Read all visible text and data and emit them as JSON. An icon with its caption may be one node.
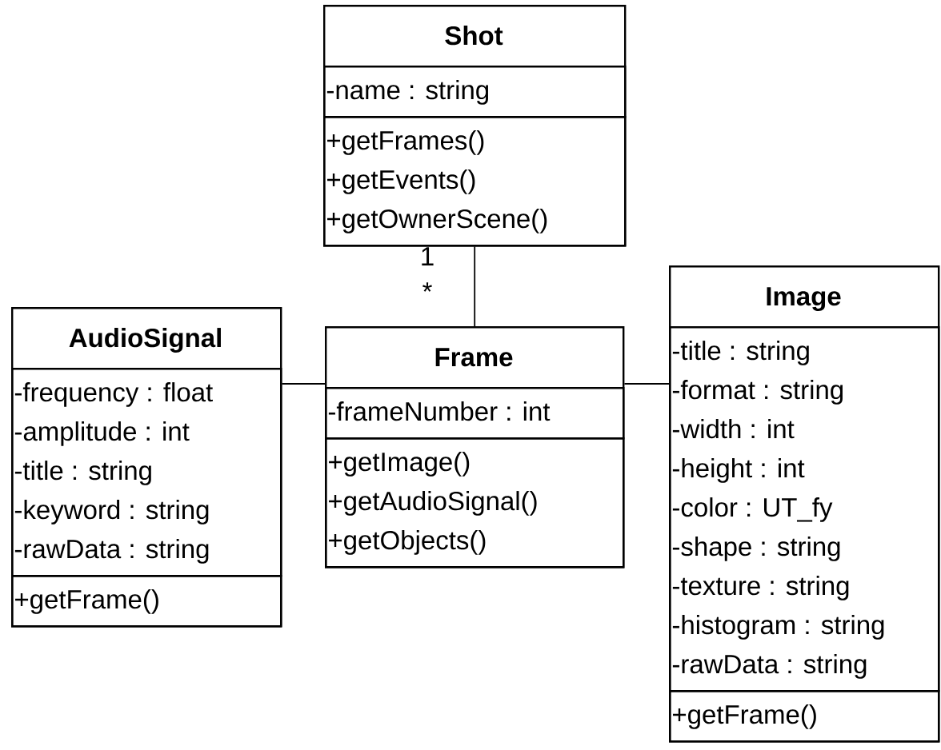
{
  "diagram": {
    "nodes": [
      {
        "text": [
          "Shot"
        ]
      },
      {
        "text": [
          "-name : string"
        ],
        "in": 0
      },
      {
        "text": [
          "+getFrames()",
          "+getEvents()",
          "+getOwnerScene()"
        ],
        "in": 0
      },
      {
        "text": [
          "AudioSignal"
        ]
      },
      {
        "text": [
          "-frequency : float",
          "-amplitude : int",
          "-title : string",
          "-keyword : string",
          "-rawData : string"
        ],
        "in": 3
      },
      {
        "text": [
          "+getFrame()"
        ],
        "in": 3
      },
      {
        "text": [
          "Frame"
        ]
      },
      {
        "text": [
          "-frameNumber : int"
        ],
        "in": 6
      },
      {
        "text": [
          "+getImage()",
          "+getAudioSignal()",
          "+getObjects()"
        ],
        "in": 6
      },
      {
        "text": [
          "Image"
        ]
      },
      {
        "text": [
          "-title : string",
          "-format : string",
          "-width : int",
          "-height : int",
          "-color : UT_fy",
          "-shape : string",
          "-texture : string",
          "-histogram : string",
          "-rawData : string"
        ],
        "in": 9
      },
      {
        "text": [
          "+getFrame()"
        ],
        "in": 9
      }
    ],
    "edges": [
      {
        "from": 0,
        "to": 6,
        "arrow": "none"
      },
      {
        "from": 3,
        "to": 6,
        "arrow": "none"
      },
      {
        "from": 6,
        "to": 9,
        "arrow": "none"
      }
    ],
    "labels": [
      "1",
      "*"
    ]
  }
}
